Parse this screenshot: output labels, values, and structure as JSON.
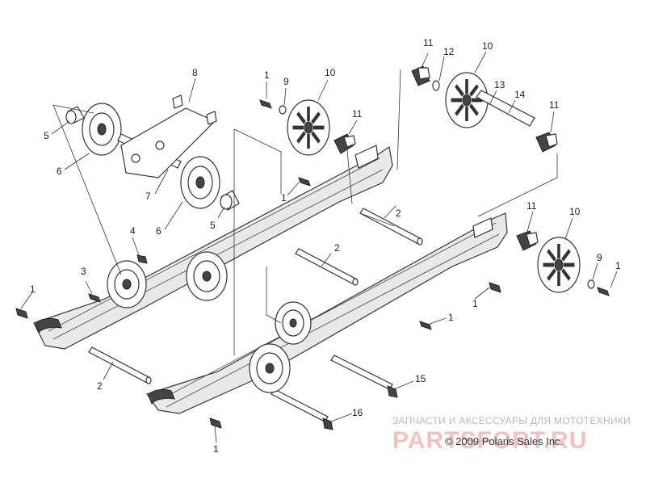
{
  "callouts": [
    {
      "id": "c1a",
      "text": "1"
    },
    {
      "id": "c9a",
      "text": "9"
    },
    {
      "id": "c10a",
      "text": "10"
    },
    {
      "id": "c11a",
      "text": "11"
    },
    {
      "id": "c12",
      "text": "12"
    },
    {
      "id": "c10b",
      "text": "10"
    },
    {
      "id": "c13",
      "text": "13"
    },
    {
      "id": "c14",
      "text": "14"
    },
    {
      "id": "c11b",
      "text": "11"
    },
    {
      "id": "c11c",
      "text": "11"
    },
    {
      "id": "c8",
      "text": "8"
    },
    {
      "id": "c5a",
      "text": "5"
    },
    {
      "id": "c6a",
      "text": "6"
    },
    {
      "id": "c7",
      "text": "7"
    },
    {
      "id": "c5b",
      "text": "5"
    },
    {
      "id": "c6b",
      "text": "6"
    },
    {
      "id": "c1b",
      "text": "1"
    },
    {
      "id": "c11d",
      "text": "11"
    },
    {
      "id": "c2a",
      "text": "2"
    },
    {
      "id": "c10c",
      "text": "10"
    },
    {
      "id": "c4",
      "text": "4"
    },
    {
      "id": "c2b",
      "text": "2"
    },
    {
      "id": "c3",
      "text": "3"
    },
    {
      "id": "c9b",
      "text": "9"
    },
    {
      "id": "c1c",
      "text": "1"
    },
    {
      "id": "c1d",
      "text": "1"
    },
    {
      "id": "c1e",
      "text": "1"
    },
    {
      "id": "c1f",
      "text": "1"
    },
    {
      "id": "c2c",
      "text": "2"
    },
    {
      "id": "c15",
      "text": "15"
    },
    {
      "id": "c16",
      "text": "16"
    },
    {
      "id": "c1g",
      "text": "1"
    }
  ],
  "watermark": {
    "tagline": "ЗАПЧАСТИ И АКСЕССУАРЫ ДЛЯ МОТОТЕХНИКИ",
    "brand": "PARTSFORT.RU"
  },
  "copyright": "© 2009 Polaris Sales Inc."
}
